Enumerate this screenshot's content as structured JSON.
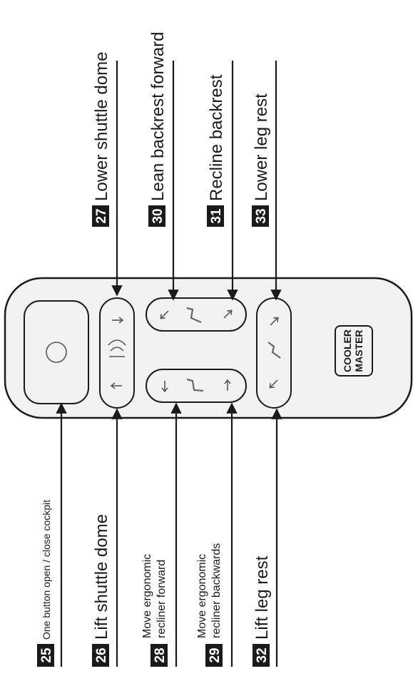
{
  "brand": {
    "logo_line1": "COOLER",
    "logo_line2": "MASTER"
  },
  "callouts_right": [
    {
      "number": "27",
      "label": "Lower shuttle dome"
    },
    {
      "number": "30",
      "label": "Lean backrest forward"
    },
    {
      "number": "31",
      "label": "Recline backrest"
    },
    {
      "number": "33",
      "label": "Lower leg rest"
    }
  ],
  "callouts_left": [
    {
      "number": "25",
      "label": "One button open / close cockpit"
    },
    {
      "number": "26",
      "label": "Lift shuttle dome"
    },
    {
      "number": "28",
      "label_line1": "Move ergonomic",
      "label_line2": "recliner forward"
    },
    {
      "number": "29",
      "label_line1": "Move ergonomic",
      "label_line2": "recliner backwards"
    },
    {
      "number": "32",
      "label": "Lift leg rest"
    }
  ],
  "icons": {
    "power": "power-circle-icon",
    "arrow_up": "arrow-up-icon",
    "arrow_down": "arrow-down-icon",
    "arrow_diag_up": "arrow-diagonal-up-icon",
    "arrow_diag_down": "arrow-diagonal-down-icon",
    "dome": "shuttle-dome-icon",
    "seat": "seat-profile-icon"
  },
  "colors": {
    "remote_body": "#f2f2f2",
    "outline": "#1a1a1a",
    "badge_bg": "#1a1a1a",
    "badge_text": "#ffffff"
  }
}
